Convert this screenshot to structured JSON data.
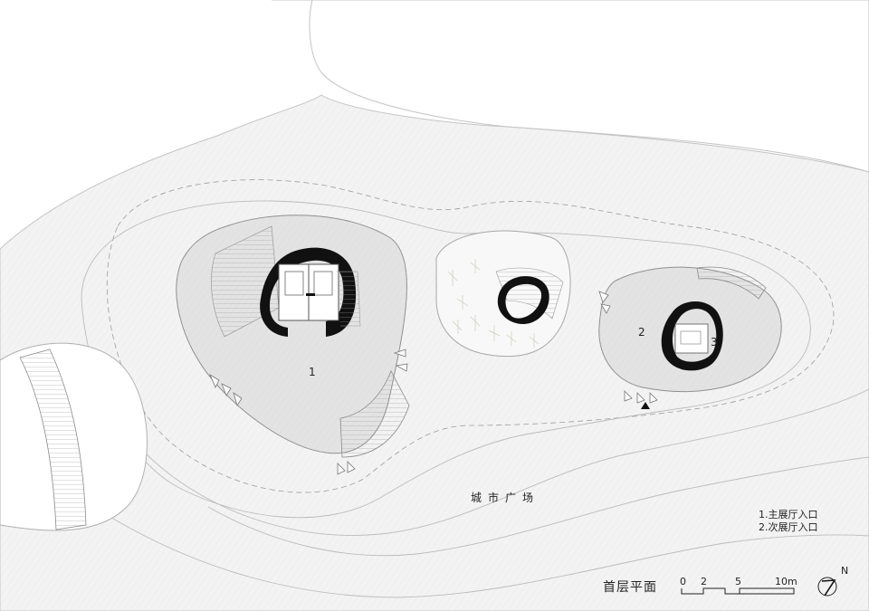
{
  "plan": {
    "title": "首层平面",
    "plaza_label": "城市广场",
    "room_labels": [
      "1",
      "2",
      "3"
    ],
    "legend": [
      "1.主展厅入口",
      "2.次展厅入口"
    ],
    "scale_ticks": [
      "0",
      "2",
      "5",
      "10m"
    ],
    "north_label": "N"
  },
  "colors": {
    "background": "#ffffff",
    "ground": "#f1f1f1",
    "building_floor": "#e4e4e4",
    "wall": "#111111",
    "line": "#bdbdbd"
  },
  "icons": [
    "north-arrow-icon",
    "entrance-triangle-icon",
    "stair-icon"
  ]
}
